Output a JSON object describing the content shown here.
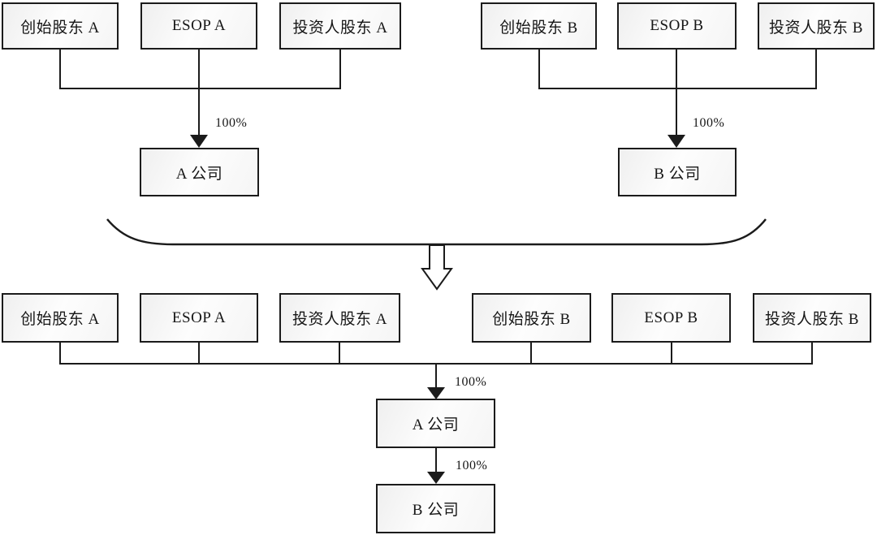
{
  "before": {
    "group_a": {
      "shareholders": [
        "创始股东 A",
        "ESOP A",
        "投资人股东 A"
      ],
      "ownership": "100%",
      "company": "A 公司"
    },
    "group_b": {
      "shareholders": [
        "创始股东 B",
        "ESOP B",
        "投资人股东 B"
      ],
      "ownership": "100%",
      "company": "B 公司"
    }
  },
  "after": {
    "shareholders": [
      "创始股东 A",
      "ESOP A",
      "投资人股东 A",
      "创始股东 B",
      "ESOP B",
      "投资人股东 B"
    ],
    "ownership_company_a": "100%",
    "company_a": "A 公司",
    "ownership_company_b": "100%",
    "company_b": "B 公司"
  },
  "colors": {
    "line": "#1b1b1b",
    "box_border": "#1b1b1b",
    "box_fill": "#f5f5f5",
    "text": "#161616"
  }
}
